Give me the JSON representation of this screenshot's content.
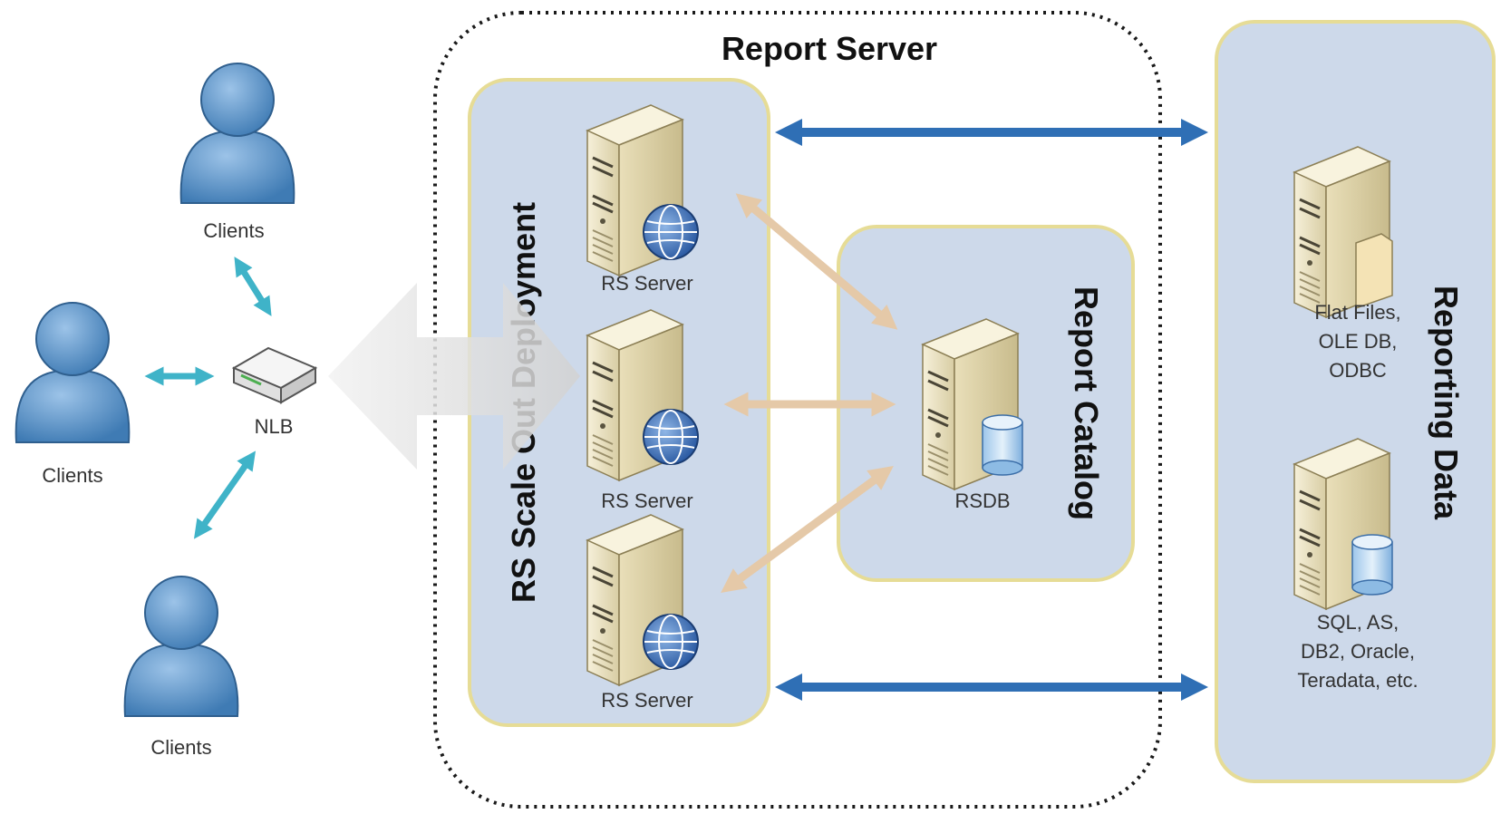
{
  "report_server": {
    "title": "Report Server"
  },
  "scale_out": {
    "title": "RS Scale Out Deployment"
  },
  "catalog": {
    "title": "Report Catalog",
    "db_label": "RSDB"
  },
  "reporting_data": {
    "title": "Reporting Data",
    "files_label": [
      "Flat Files,",
      "OLE DB,",
      "ODBC"
    ],
    "db_label": [
      "SQL, AS,",
      "DB2, Oracle,",
      "Teradata, etc."
    ]
  },
  "clients": {
    "top": "Clients",
    "left": "Clients",
    "bottom": "Clients"
  },
  "nlb": {
    "label": "NLB"
  },
  "rs_servers": [
    "RS Server",
    "RS Server",
    "RS Server"
  ],
  "colors": {
    "container_fill": "#cdd9ea",
    "container_border": "#e6dc96",
    "client_blue": "#5b93c8",
    "arrow_blue": "#2f6fb5",
    "arrow_teal": "#3fb3c8",
    "arrow_tan": "#e5c9a8",
    "server_beige": "#efe6c6"
  }
}
